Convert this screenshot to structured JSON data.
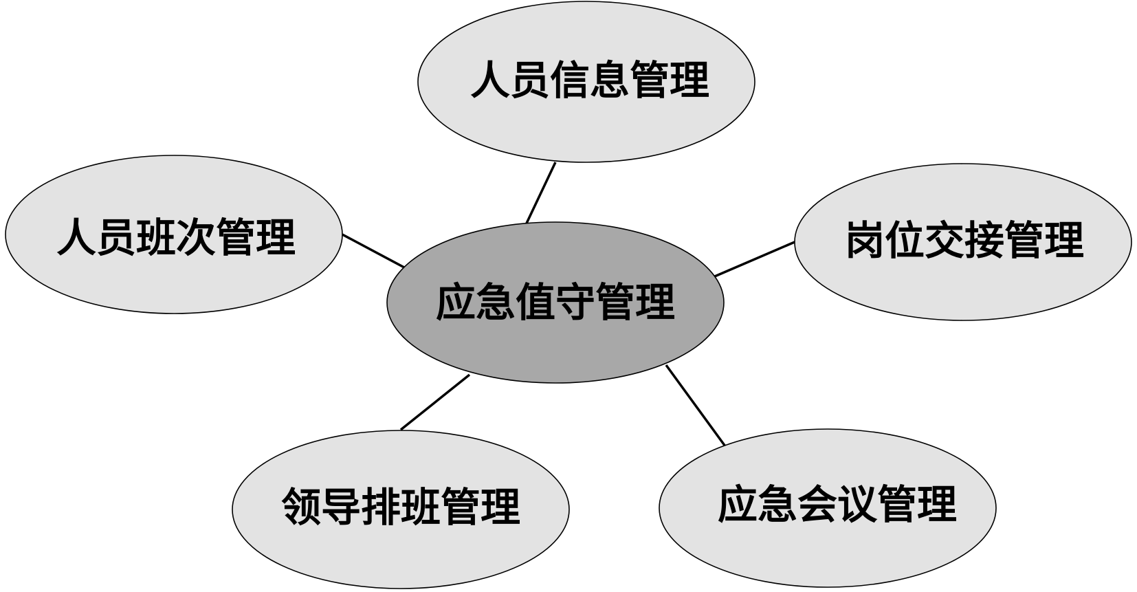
{
  "center": {
    "label": "应急值守管理"
  },
  "nodes": [
    {
      "id": "personnel-info",
      "label": "人员信息管理"
    },
    {
      "id": "shift-handover",
      "label": "岗位交接管理"
    },
    {
      "id": "emergency-meeting",
      "label": "应急会议管理"
    },
    {
      "id": "leader-schedule",
      "label": "领导排班管理"
    },
    {
      "id": "personnel-shift",
      "label": "人员班次管理"
    }
  ],
  "colors": {
    "center_fill": "#a8a8a8",
    "node_fill": "#e3e3e3",
    "stroke": "#000000",
    "background": "#ffffff"
  }
}
